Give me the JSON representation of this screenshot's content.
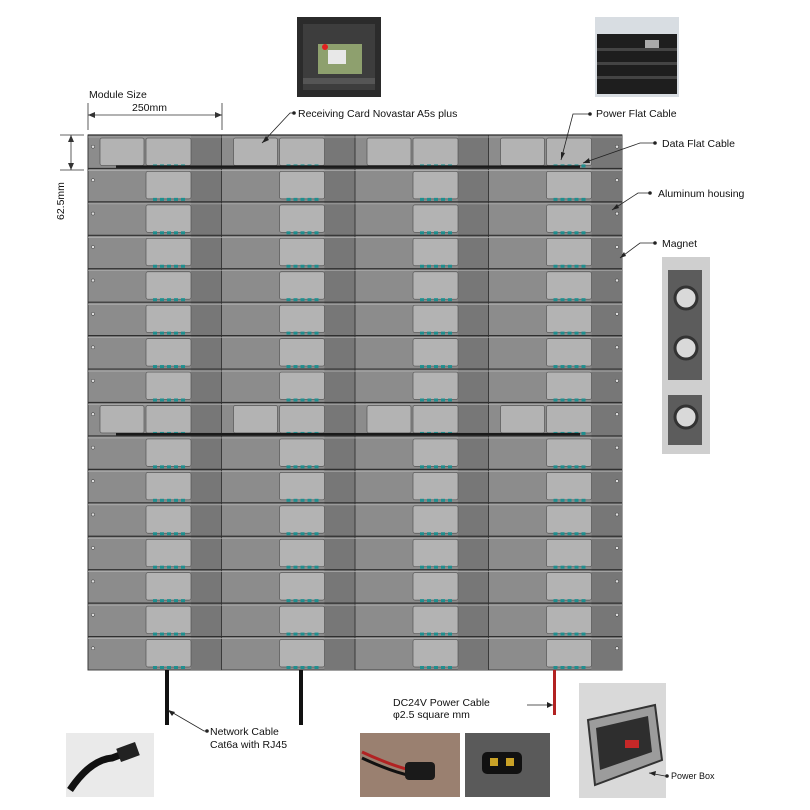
{
  "dimensions": {
    "module_size_label": "Module Size",
    "width_label": "250mm",
    "height_label": "62.5mm"
  },
  "callouts": {
    "receiving_card": "Receiving Card Novastar A5s plus",
    "power_flat_cable": "Power Flat Cable",
    "data_flat_cable": "Data Flat Cable",
    "aluminum_housing": "Aluminum housing",
    "magnet": "Magnet",
    "network_cable_1": "Network Cable",
    "network_cable_2": "Cat6a with RJ45",
    "dc_power_cable_1": "DC24V Power Cable",
    "dc_power_cable_2": "φ2.5 square mm",
    "power_box": "Power Box"
  },
  "colors": {
    "panel_fill": "#8c8c8c",
    "panel_dark": "#777777",
    "box_fill": "#b3b3b3",
    "connector_teal": "#1f8f8f",
    "cable_black": "#111111",
    "cable_red": "#b22222"
  }
}
